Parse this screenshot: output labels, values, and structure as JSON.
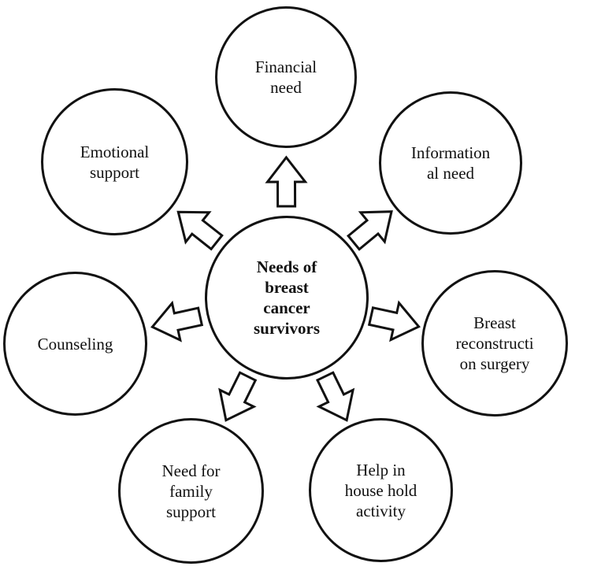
{
  "diagram": {
    "center": {
      "label": "Needs of\nbreast\ncancer\nsurvivors"
    },
    "nodes": [
      {
        "id": "financial-need",
        "label": "Financial\nneed"
      },
      {
        "id": "informational-need",
        "label": "Information\nal need"
      },
      {
        "id": "breast-reconstruction-surgery",
        "label": "Breast\nreconstructi\non surgery"
      },
      {
        "id": "help-in-house-hold-activity",
        "label": "Help in\nhouse hold\nactivity"
      },
      {
        "id": "need-for-family-support",
        "label": "Need for\nfamily\nsupport"
      },
      {
        "id": "counseling",
        "label": "Counseling"
      },
      {
        "id": "emotional-support",
        "label": "Emotional\nsupport"
      }
    ],
    "edges": [
      {
        "from": "center",
        "to": "financial-need"
      },
      {
        "from": "center",
        "to": "informational-need"
      },
      {
        "from": "center",
        "to": "breast-reconstruction-surgery"
      },
      {
        "from": "center",
        "to": "help-in-house-hold-activity"
      },
      {
        "from": "center",
        "to": "need-for-family-support"
      },
      {
        "from": "center",
        "to": "counseling"
      },
      {
        "from": "center",
        "to": "emotional-support"
      }
    ],
    "line_color": "#111111"
  }
}
